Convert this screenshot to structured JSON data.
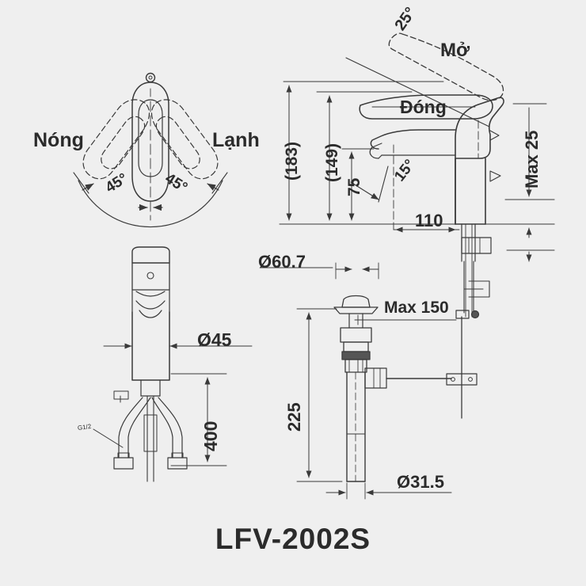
{
  "drawing": {
    "model_number": "LFV-2002S",
    "background_color": "#efefef",
    "line_color": "#3a3a3a"
  },
  "views": {
    "top_view": {
      "name": "handle-rotation-top-view",
      "labels": {
        "hot": "Nóng",
        "cold": "Lạnh",
        "angle_left": "45°",
        "angle_right": "45°"
      }
    },
    "side_view": {
      "name": "faucet-side-elevation",
      "labels": {
        "lever_open_angle": "25°",
        "open": "Mở",
        "close": "Đóng",
        "total_height": "(183)",
        "spout_height": "(149)",
        "aerator_height": "75",
        "spout_angle": "15°",
        "max_deck": "Max 25",
        "spout_reach": "110"
      }
    },
    "front_view": {
      "name": "faucet-front-elevation",
      "labels": {
        "base_diameter": "Ø45",
        "hose_length": "400",
        "connection_thread": "G1/2"
      }
    },
    "drain_view": {
      "name": "pop-up-drain-assembly",
      "labels": {
        "flange_diameter": "Ø60.7",
        "total_length": "225",
        "tailpiece_diameter": "Ø31.5",
        "rod_max": "Max 150"
      }
    }
  }
}
